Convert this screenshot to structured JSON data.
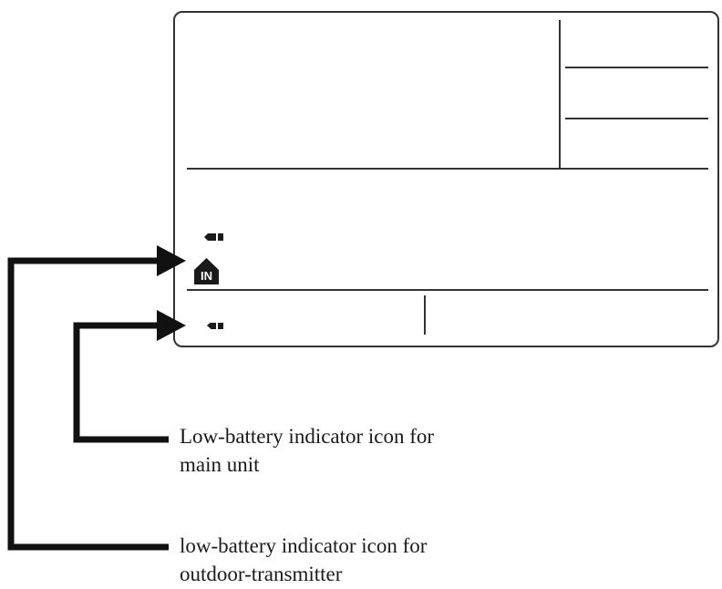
{
  "captions": {
    "main_unit": {
      "line1": "Low-battery indicator icon for",
      "line2": "main unit"
    },
    "outdoor_transmitter": {
      "line1": "low-battery indicator icon for",
      "line2": "outdoor-transmitter"
    }
  },
  "display_panel": {
    "indoor_icon_label": "IN"
  },
  "colors": {
    "ink": "#1a1a1a",
    "panel_border": "#333333",
    "background": "#ffffff"
  },
  "icons": [
    "battery-icon",
    "indoor-house-icon",
    "arrow-icon"
  ]
}
